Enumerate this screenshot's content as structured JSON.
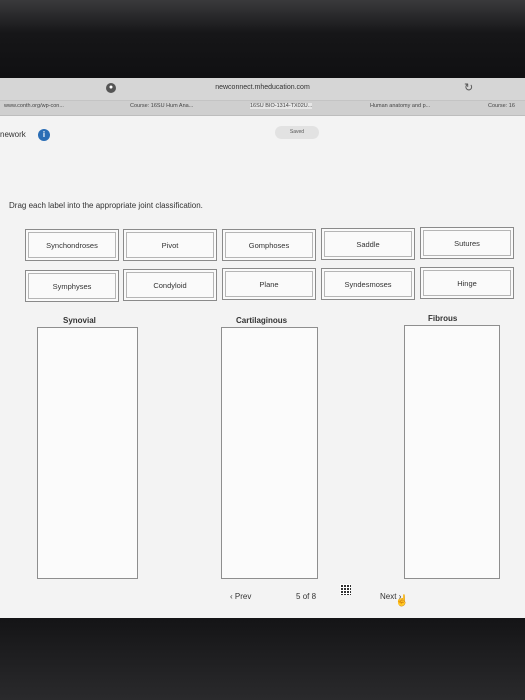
{
  "browser": {
    "url": "newconnect.mheducation.com",
    "tabs": [
      {
        "label": "www.conth.org/wp-con..."
      },
      {
        "label": "Course: 16SU Hum Ana..."
      },
      {
        "label": "16SU BIO-1314-TX02U..."
      },
      {
        "label": "Human anatomy and p..."
      },
      {
        "label": "Course: 16"
      }
    ]
  },
  "header": {
    "section": "nework",
    "saved": "Saved"
  },
  "question": {
    "instruction": "Drag each label into the appropriate joint classification."
  },
  "labels": [
    "Synchondroses",
    "Pivot",
    "Gomphoses",
    "Saddle",
    "Sutures",
    "Symphyses",
    "Condyloid",
    "Plane",
    "Syndesmoses",
    "Hinge"
  ],
  "columns": [
    "Synovial",
    "Cartilaginous",
    "Fibrous"
  ],
  "nav": {
    "prev": "Prev",
    "page": "5",
    "of": "of",
    "total": "8",
    "next": "Next"
  }
}
